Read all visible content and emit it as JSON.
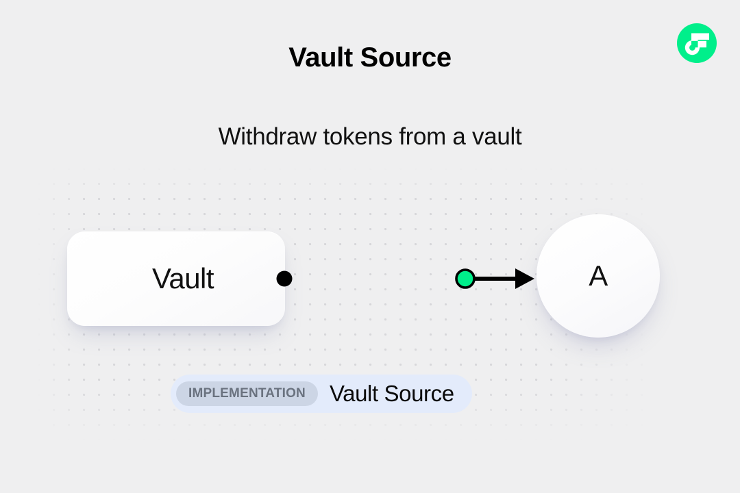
{
  "title": "Vault Source",
  "subtitle": "Withdraw tokens from a vault",
  "logo": {
    "name": "flow-logo",
    "color": "#00ef8b",
    "glyph_color": "#ffffff"
  },
  "diagram": {
    "nodes": [
      {
        "id": "vault",
        "label": "Vault",
        "shape": "rounded-rect"
      },
      {
        "id": "a",
        "label": "A",
        "shape": "circle"
      }
    ],
    "edge": {
      "from": "vault",
      "to": "a",
      "source_handle_color": "#000000",
      "waypoint_color": "#00ef8b",
      "line_color": "#000000"
    }
  },
  "badge": {
    "chip_label": "IMPLEMENTATION",
    "value": "Vault Source",
    "chip_bg": "#ccd5e5",
    "badge_bg": "#e3ebfb",
    "chip_text_color": "#6a727f"
  },
  "background": {
    "color": "#efeff0",
    "dot_color": "#d7d7da"
  }
}
